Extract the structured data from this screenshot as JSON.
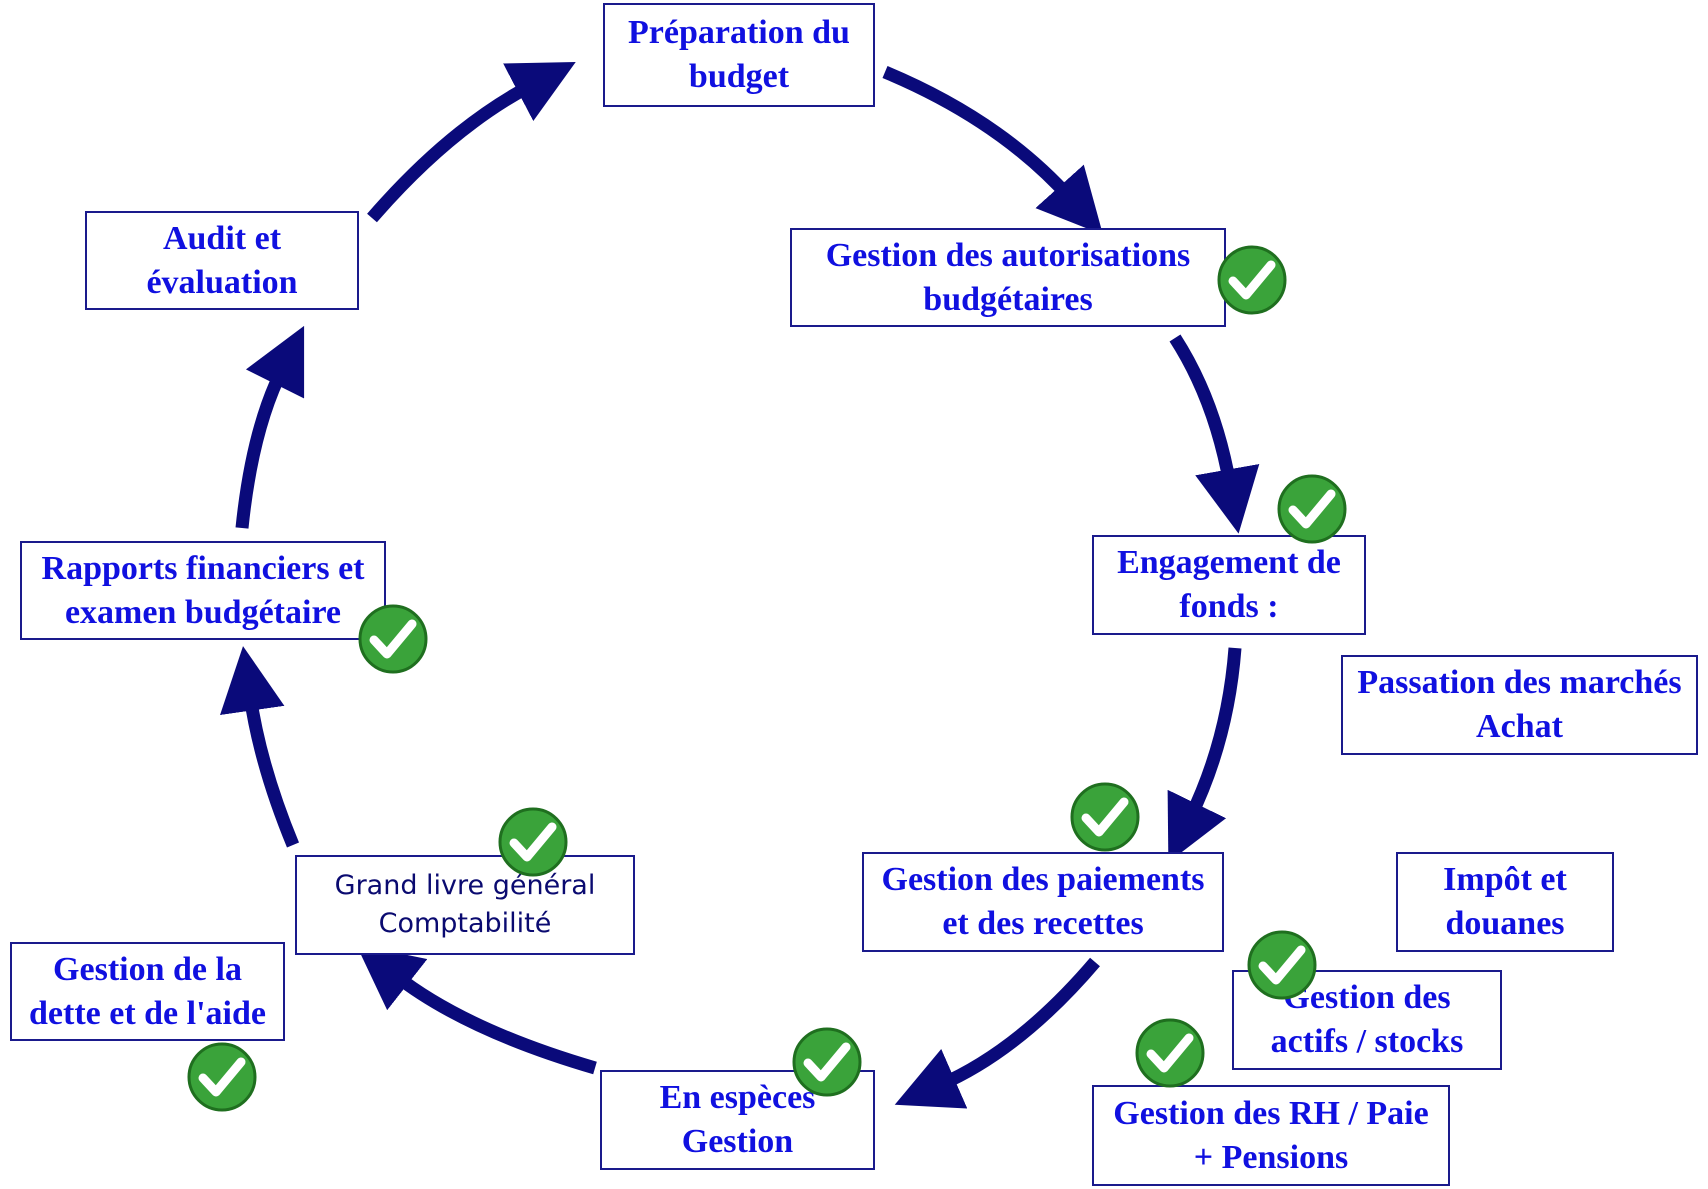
{
  "colors": {
    "arrow": "#0a0a7a",
    "text": "#1010e0",
    "border": "#1a1a8c",
    "check_green": "#3aa33a"
  },
  "icon": "check-icon",
  "nodes": {
    "budget_prep": [
      "Préparation du",
      "budget"
    ],
    "authorizations": [
      "Gestion des autorisations",
      "budgétaires"
    ],
    "commitment": [
      "Engagement de",
      "fonds :"
    ],
    "procurement": [
      "Passation des marchés",
      "Achat"
    ],
    "payments": [
      "Gestion des paiements",
      "et des recettes"
    ],
    "tax": [
      "Impôt et",
      "douanes"
    ],
    "assets": [
      "Gestion des",
      "actifs / stocks"
    ],
    "hr": [
      "Gestion des RH / Paie",
      "+ Pensions"
    ],
    "cash": [
      "En espèces",
      "Gestion"
    ],
    "ledger": [
      "Grand livre général",
      "Comptabilité"
    ],
    "debt": [
      "Gestion de la",
      "dette et de l'aide"
    ],
    "reports": [
      "Rapports financiers et",
      "examen budgétaire"
    ],
    "audit": [
      "Audit et",
      "évaluation"
    ]
  }
}
